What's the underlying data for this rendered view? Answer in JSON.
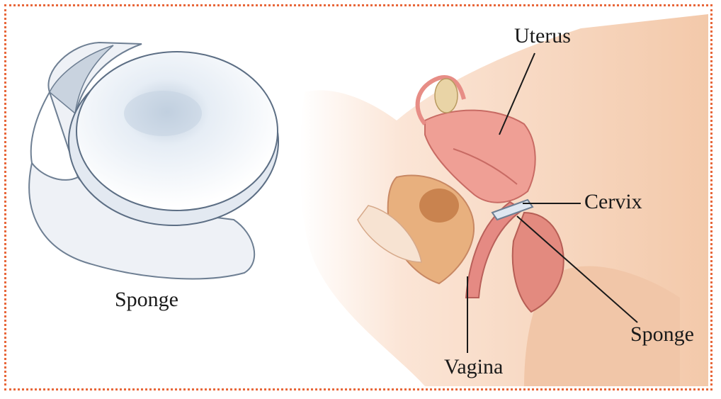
{
  "labels": {
    "sponge_left": "Sponge",
    "uterus": "Uterus",
    "cervix": "Cervix",
    "sponge_right": "Sponge",
    "vagina": "Vagina"
  },
  "colors": {
    "border": "#e8673a",
    "skin": "#f6d2b8",
    "tissue": "#e79a8a",
    "sponge": "#e8eef6"
  }
}
